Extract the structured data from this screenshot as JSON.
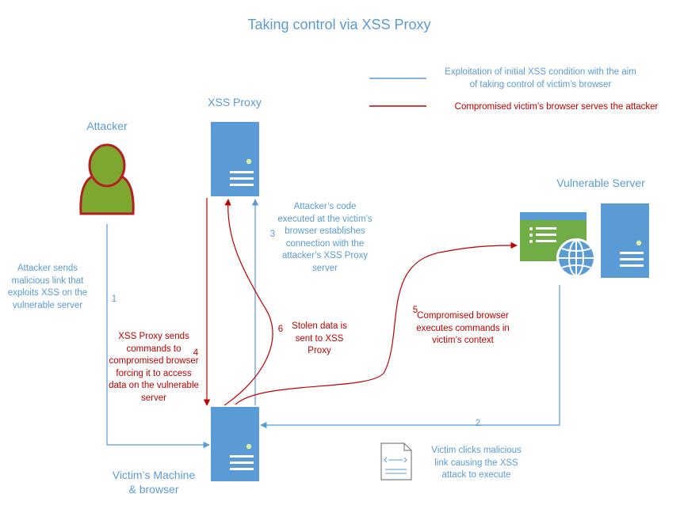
{
  "title": "Taking control via XSS Proxy",
  "legend": [
    {
      "text": "Exploitation of initial XSS condition with the aim of taking control of victim’s browser",
      "color": "#5b9bd5"
    },
    {
      "text": "Compromised victim’s browser serves the attacker",
      "color": "#c00000"
    }
  ],
  "nodes": {
    "attacker": "Attacker",
    "xss_proxy": "XSS Proxy",
    "vulnerable_server": "Vulnerable Server",
    "victim_line1": "Victim’s Machine",
    "victim_line2": "& browser"
  },
  "steps": [
    {
      "num": "1",
      "text": "Attacker sends malicious link that exploits XSS on the vulnerable server"
    },
    {
      "num": "2",
      "text": "Victim clicks malicious link causing the XSS attack to execute"
    },
    {
      "num": "3",
      "text": "Attacker’s code executed at the victim’s browser establishes connection with the attacker’s XSS Proxy server"
    },
    {
      "num": "4",
      "text": "XSS Proxy sends commands to compromised browser forcing it to access data on the vulnerable server"
    },
    {
      "num": "5",
      "text": "Compromised browser executes commands in victim’s context"
    },
    {
      "num": "6",
      "text": "Stolen data is sent to XSS Proxy"
    }
  ],
  "colors": {
    "blue": "#5b9bd5",
    "red": "#c00000",
    "server": "#5b9bd5",
    "attacker_fill": "#7ea72f",
    "attacker_outline": "#b22222",
    "web_green": "#70ad47"
  }
}
